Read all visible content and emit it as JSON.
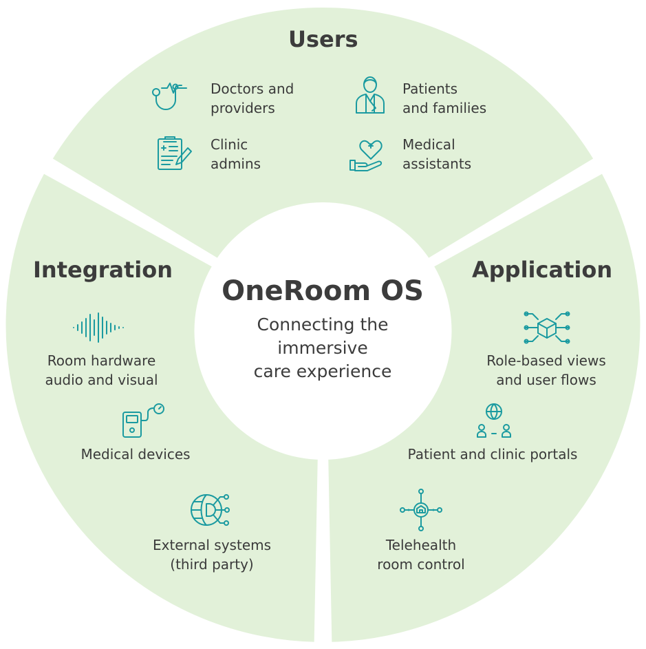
{
  "center": {
    "title": "OneRoom OS",
    "subtitle": [
      "Connecting the",
      "immersive",
      "care experience"
    ]
  },
  "colors": {
    "segment": "#e2f1d9",
    "accent": "#1a9aa0",
    "text": "#3a3a3a",
    "center": "#ffffff"
  },
  "users": {
    "title": "Users",
    "items": [
      {
        "icon": "stethoscope-icon",
        "lines": [
          "Doctors and",
          "providers"
        ]
      },
      {
        "icon": "patient-icon",
        "lines": [
          "Patients",
          "and families"
        ]
      },
      {
        "icon": "clipboard-icon",
        "lines": [
          "Clinic",
          "admins"
        ]
      },
      {
        "icon": "heart-hand-icon",
        "lines": [
          "Medical",
          "assistants"
        ]
      }
    ]
  },
  "integration": {
    "title": "Integration",
    "items": [
      {
        "icon": "soundwave-icon",
        "lines": [
          "Room hardware",
          "audio and visual"
        ]
      },
      {
        "icon": "medical-device-icon",
        "lines": [
          "Medical devices"
        ]
      },
      {
        "icon": "globe-network-icon",
        "lines": [
          "External systems",
          "(third party)"
        ]
      }
    ]
  },
  "application": {
    "title": "Application",
    "items": [
      {
        "icon": "cube-network-icon",
        "lines": [
          "Role-based views",
          "and user flows"
        ]
      },
      {
        "icon": "globe-users-icon",
        "lines": [
          "Patient and clinic portals"
        ]
      },
      {
        "icon": "telehealth-control-icon",
        "lines": [
          "Telehealth",
          "room control"
        ]
      }
    ]
  }
}
